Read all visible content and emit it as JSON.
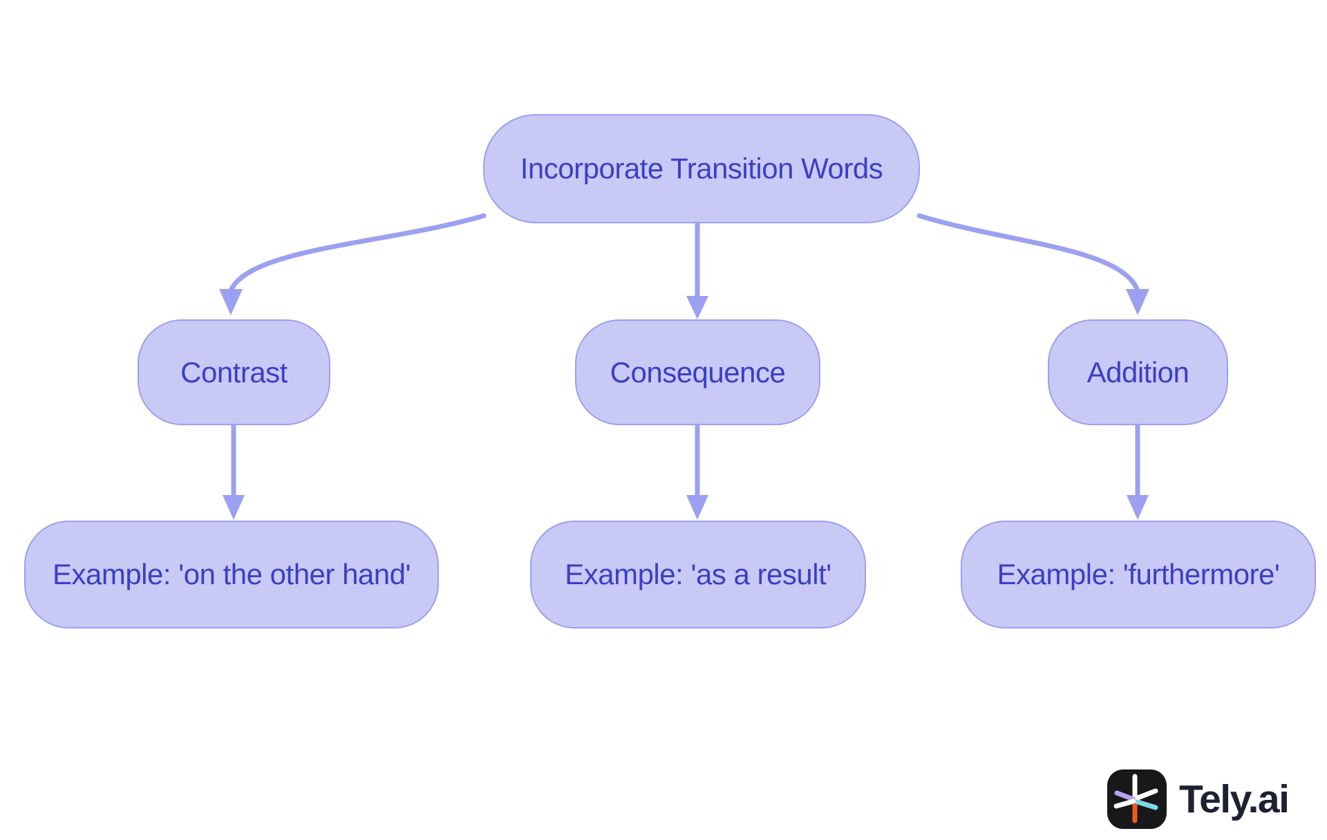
{
  "diagram": {
    "root": {
      "label": "Incorporate Transition Words"
    },
    "branches": [
      {
        "label": "Contrast",
        "example": "Example: 'on the other hand'"
      },
      {
        "label": "Consequence",
        "example": "Example: 'as a result'"
      },
      {
        "label": "Addition",
        "example": "Example: 'furthermore'"
      }
    ]
  },
  "branding": {
    "logo_text": "Tely.ai",
    "icon": "tely-asterisk-icon"
  },
  "colors": {
    "page_bg": "#ffffff",
    "node_fill": "#c9c9f6",
    "node_border": "#9aa0f0",
    "node_text": "#3a3fc4",
    "connector": "#9ba1f0",
    "brand_text": "#1d2233",
    "icon_bg": "#18181b",
    "icon_orange": "#f2591d",
    "icon_lavender": "#b5a5ec",
    "icon_cyan": "#7fd8e7",
    "icon_white": "#ffffff"
  }
}
